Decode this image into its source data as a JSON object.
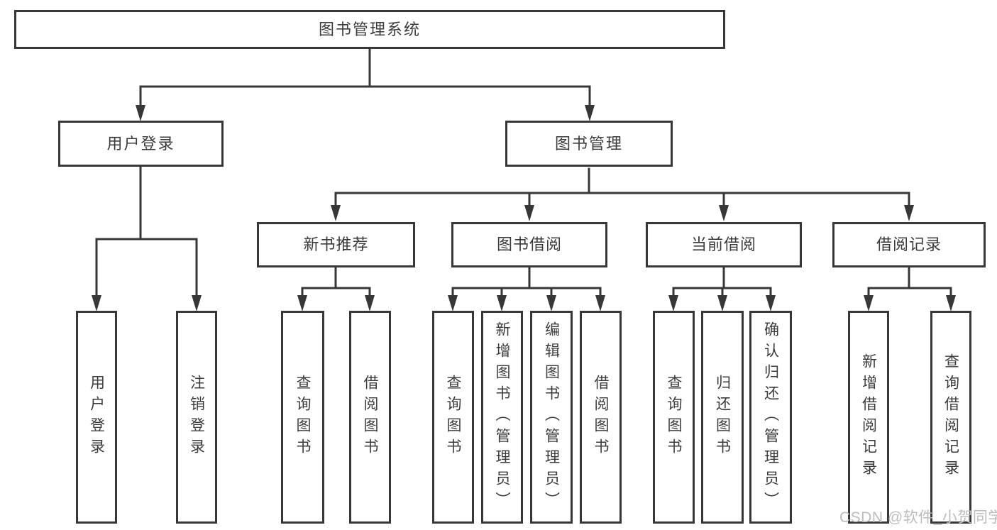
{
  "diagram": {
    "root": {
      "label": "图书管理系统",
      "children": [
        {
          "label": "用户登录",
          "children": [
            {
              "label": "用户登录"
            },
            {
              "label": "注销登录"
            }
          ]
        },
        {
          "label": "图书管理",
          "children": [
            {
              "label": "新书推荐",
              "children": [
                {
                  "label": "查询图书"
                },
                {
                  "label": "借阅图书"
                }
              ]
            },
            {
              "label": "图书借阅",
              "children": [
                {
                  "label": "查询图书"
                },
                {
                  "label": "新增图书（管理员）"
                },
                {
                  "label": "编辑图书（管理员）"
                },
                {
                  "label": "借阅图书"
                }
              ]
            },
            {
              "label": "当前借阅",
              "children": [
                {
                  "label": "查询图书"
                },
                {
                  "label": "归还图书"
                },
                {
                  "label": "确认归还（管理员）"
                }
              ]
            },
            {
              "label": "借阅记录",
              "children": [
                {
                  "label": "新增借阅记录"
                },
                {
                  "label": "查询借阅记录"
                }
              ]
            }
          ]
        }
      ]
    }
  },
  "watermark": "CSDN @软件_小贺同学",
  "colors": {
    "line": "#373737",
    "text": "#3b3b3b",
    "watermark": "#bcbcbc",
    "background": "#ffffff"
  }
}
